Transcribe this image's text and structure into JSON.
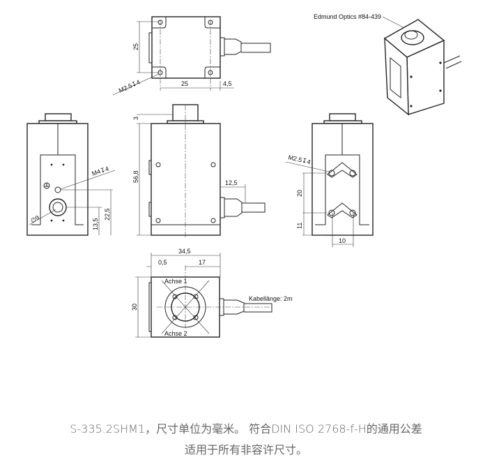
{
  "drawing": {
    "iso_label": "Edmund Optics #84-439",
    "top_view": {
      "dim_height": "25",
      "dim_width": "25",
      "dim_connector": "4,5",
      "thread": "M2.5↧4"
    },
    "front_view": {
      "thread": "M4↧4",
      "diameter": "∅9",
      "dim_lower": "13,5",
      "dim_upper": "22,5"
    },
    "side_view": {
      "dim_cap": "3",
      "dim_height": "56,8",
      "dim_connector": "12,5"
    },
    "rear_view": {
      "thread": "M2.5↧4",
      "dim_spacing": "20",
      "dim_bottom": "11",
      "dim_width": "10"
    },
    "bottom_view": {
      "dim_total": "34,5",
      "dim_offset": "0,5",
      "dim_center": "17",
      "dim_height": "30",
      "axis1": "Achse 1",
      "axis2": "Achse 2",
      "cable": "Kabellänge: 2m"
    }
  },
  "caption": {
    "line1": "S-335.2SHM1，尺寸单位为毫米。 符合DIN ISO 2768-f-H的通用公差",
    "line2": "适用于所有非容许尺寸。"
  }
}
